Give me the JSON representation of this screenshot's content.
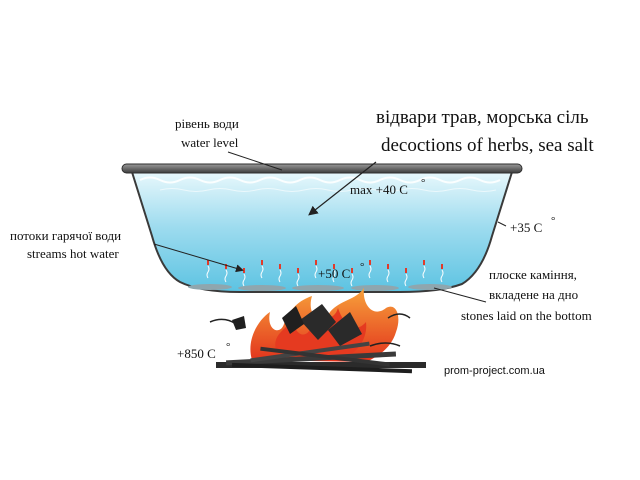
{
  "labels": {
    "water_level_ua": "рівень води",
    "water_level_en": "water level",
    "herbs_ua": "відвари трав,  морська сіль",
    "herbs_en": "decoctions of herbs, sea salt",
    "max_temp": "max +40 C",
    "side_temp": "+35 C",
    "streams_ua": "потоки гарячої води",
    "streams_en": "streams hot water",
    "bottom_temp": "+50 C",
    "stones_ua_1": "плоске каміння,",
    "stones_ua_2": "вкладене на дно",
    "stones_en": "stones laid on the bottom",
    "fire_temp": "+850 C",
    "degree": "°",
    "site": "prom-project.com.ua"
  },
  "colors": {
    "water_top": "#e6f7fc",
    "water_bottom": "#5fc6e4",
    "rim": "#5a5a5a",
    "flame_red": "#e8361e",
    "flame_orange": "#f47a1d",
    "wood": "#2b2b2b"
  }
}
